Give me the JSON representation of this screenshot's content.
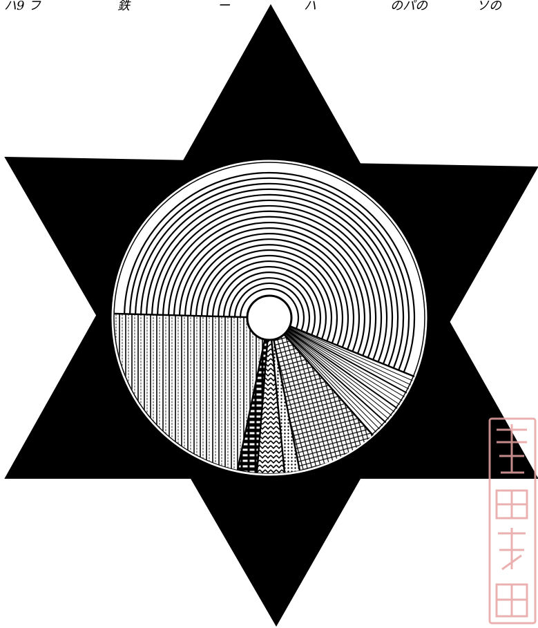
{
  "header_fragments": [
    "ハ9 フ",
    "鉄",
    "ー",
    "ハ",
    "のパの",
    "ソの"
  ],
  "colors": {
    "ink": "#000000",
    "paper": "#ffffff",
    "seal": "#e8a4a4"
  },
  "seal": {
    "icon": "red-library-seal-stamp"
  }
}
